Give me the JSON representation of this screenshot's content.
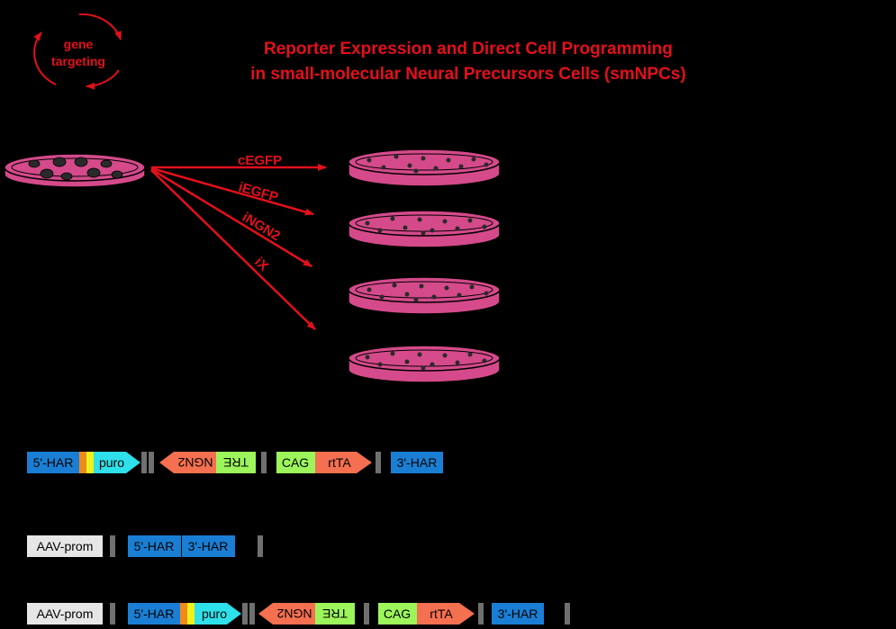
{
  "header": {
    "gene_targeting_line1": "gene",
    "gene_targeting_line2": "targeting",
    "title_line1": "Reporter Expression and Direct Cell Programming",
    "title_line2": "in small-molecular Neural Precursors Cells (smNPCs)"
  },
  "arrows": [
    {
      "label": "cEGFP"
    },
    {
      "label": "iEGFP"
    },
    {
      "label": "iNGN2"
    },
    {
      "label": "iX"
    }
  ],
  "constructs": {
    "row1": {
      "har5": "5'-HAR",
      "puro": "puro",
      "tre": "TRE",
      "ngn2": "NGN2",
      "cag": "CAG",
      "rtta": "rtTA",
      "har3": "3'-HAR"
    },
    "row2": {
      "aav": "AAV-prom",
      "har5": "5'-HAR",
      "har3": "3'-HAR"
    },
    "row3": {
      "aav": "AAV-prom",
      "har5": "5'-HAR",
      "puro": "puro",
      "tre": "TRE",
      "ngn2": "NGN2",
      "cag": "CAG",
      "rtta": "rtTA",
      "har3": "3'-HAR"
    }
  },
  "colors": {
    "background": "#000000",
    "accent_red": "#e3101b",
    "dish_pink": "#d44a8a",
    "har_blue": "#1a7fd4",
    "puro_cyan": "#2ee0ea",
    "tre_green": "#9cf55a",
    "rtta_salmon": "#f57050",
    "aav_grey": "#e6e6e6",
    "spacer_grey": "#707070",
    "orange_block": "#f08a1c",
    "yellow_block": "#eef21c"
  }
}
